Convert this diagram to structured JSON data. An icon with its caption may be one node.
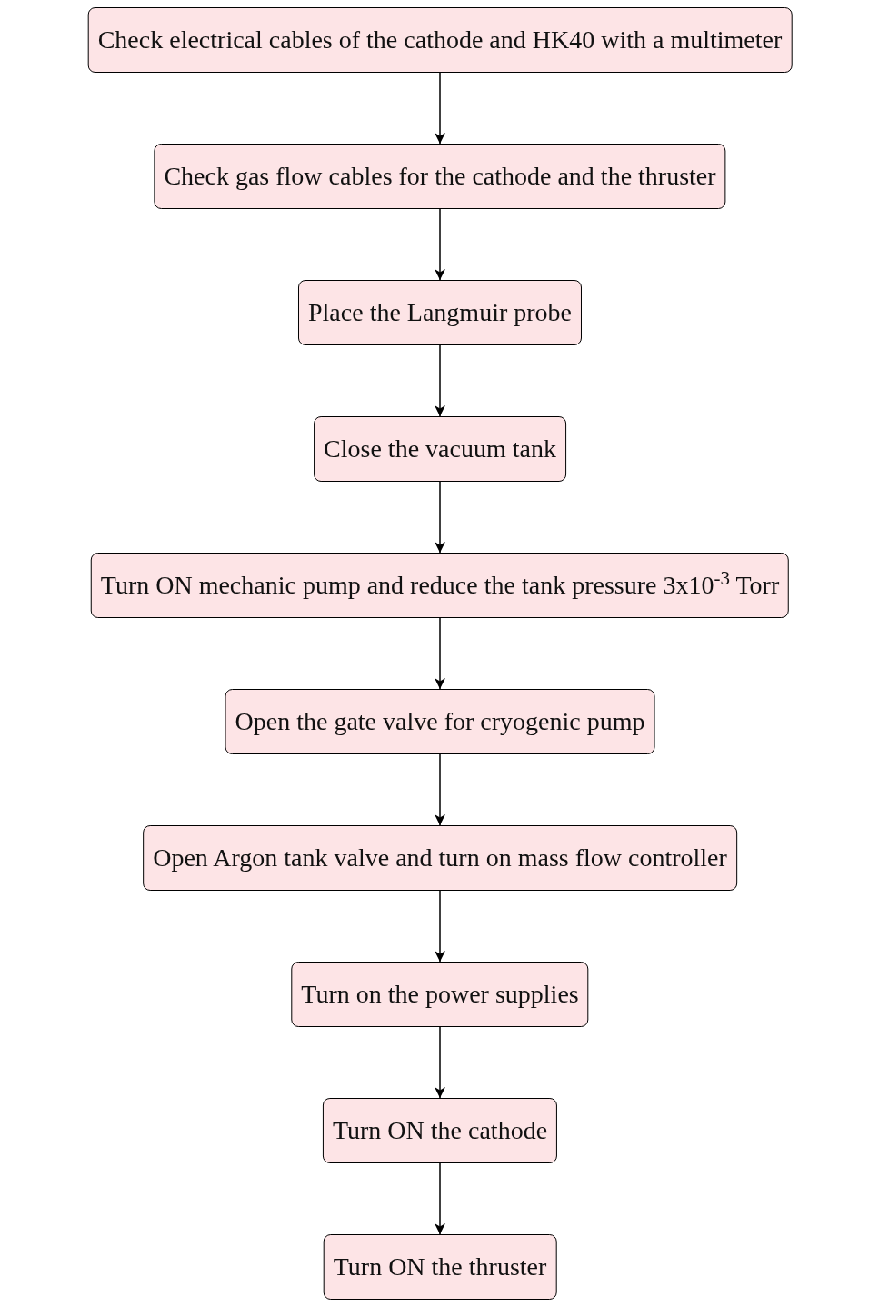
{
  "diagram": {
    "nodes": [
      {
        "text": [
          "Check electrical cables of the cathode and HK40 with a multimeter"
        ]
      },
      {
        "text": [
          "Check gas flow cables for the cathode and the thruster"
        ]
      },
      {
        "text": [
          "Place the Langmuir probe"
        ]
      },
      {
        "text": [
          "Close the vacuum tank"
        ]
      },
      {
        "text": [
          "Turn ON mechanic pump and reduce the tank pressure 3x10$^{-3}$ Torr"
        ]
      },
      {
        "text": [
          "Open the gate valve for cryogenic pump"
        ]
      },
      {
        "text": [
          "Open Argon tank valve and turn on mass flow controller"
        ]
      },
      {
        "text": [
          "Turn on the power supplies"
        ]
      },
      {
        "text": [
          "Turn ON the cathode"
        ]
      },
      {
        "text": [
          "Turn ON the thruster"
        ]
      }
    ],
    "edges": [
      {
        "from": 0,
        "to": 1,
        "arrow": "to"
      },
      {
        "from": 1,
        "to": 2,
        "arrow": "to"
      },
      {
        "from": 2,
        "to": 3,
        "arrow": "to"
      },
      {
        "from": 3,
        "to": 4,
        "arrow": "to"
      },
      {
        "from": 4,
        "to": 5,
        "arrow": "to"
      },
      {
        "from": 5,
        "to": 6,
        "arrow": "to"
      },
      {
        "from": 6,
        "to": 7,
        "arrow": "to"
      },
      {
        "from": 7,
        "to": 8,
        "arrow": "to"
      },
      {
        "from": 8,
        "to": 9,
        "arrow": "to"
      }
    ]
  }
}
